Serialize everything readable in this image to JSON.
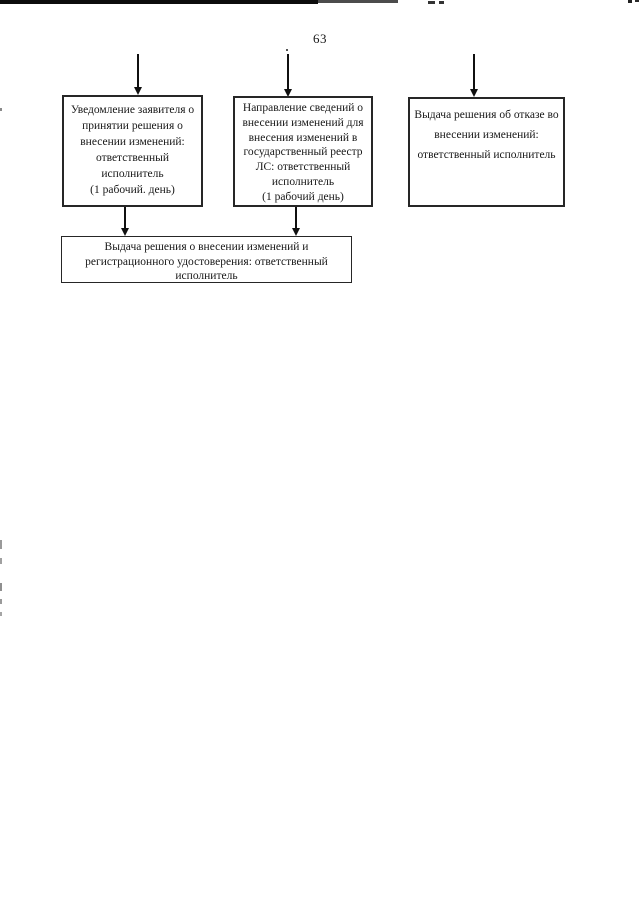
{
  "page": {
    "number": "63"
  },
  "colors": {
    "ink": "#171717",
    "paper": "#ffffff",
    "scan_bar": "#0c0c0c"
  },
  "diagram": {
    "boxes": [
      {
        "name": "notification-of-decision",
        "lines": [
          "Уведомление заявителя о",
          "принятии решения о",
          "внесении изменений:",
          "ответственный",
          "исполнитель",
          "(1 рабочий. день)"
        ]
      },
      {
        "name": "sending-information-to-registry",
        "lines": [
          "Направление сведений о",
          "внесении изменений для",
          "внесения изменений в",
          "государственный реестр",
          "ЛС: ответственный",
          "исполнитель",
          "(1 рабочий день)"
        ]
      },
      {
        "name": "issue-refusal-decision",
        "lines": [
          "Выдача решения об отказе во",
          "внесении изменений:",
          "ответственный исполнитель"
        ]
      },
      {
        "name": "issue-decision-and-certificate",
        "lines": [
          "Выдача решения о внесении изменений и",
          "регистрационного удостоверения: ответственный",
          "исполнитель"
        ]
      }
    ]
  }
}
